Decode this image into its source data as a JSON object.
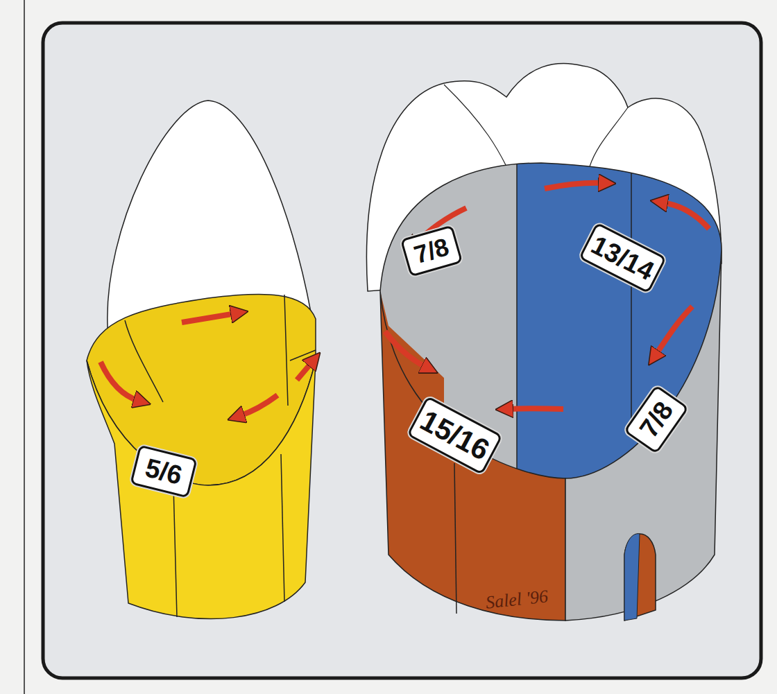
{
  "diagram": {
    "nodes": [
      {
        "text": [
          "5/6"
        ]
      },
      {
        "text": [
          "7/8"
        ]
      },
      {
        "text": [
          "13/14"
        ]
      },
      {
        "text": [
          "15/16"
        ]
      },
      {
        "text": [
          "7/8"
        ]
      }
    ],
    "labels": [
      "Salel '96"
    ]
  }
}
